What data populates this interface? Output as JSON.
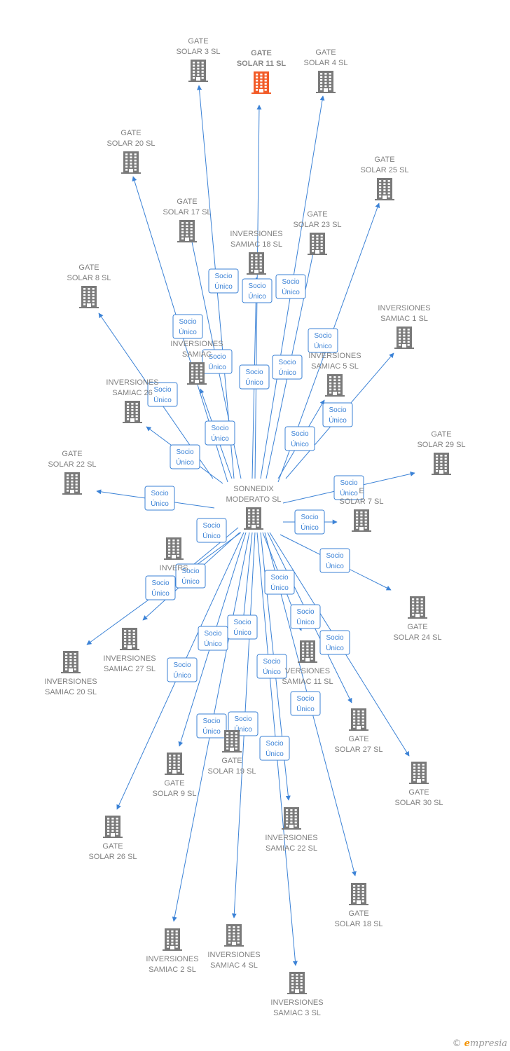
{
  "edge_label": [
    "Socio",
    "Único"
  ],
  "colors": {
    "edge": "#3b82d6",
    "icon": "#7a7a7a",
    "highlight": "#f25c29"
  },
  "center": {
    "id": "center",
    "label": [
      "SONNEDIX",
      "MODERATO  SL"
    ]
  },
  "nodes": [
    {
      "id": "gs3",
      "label": [
        "GATE",
        "SOLAR 3 SL"
      ]
    },
    {
      "id": "gs11",
      "label": [
        "GATE",
        "SOLAR 11  SL"
      ],
      "highlight": true
    },
    {
      "id": "gs4",
      "label": [
        "GATE",
        "SOLAR 4 SL"
      ]
    },
    {
      "id": "gs20",
      "label": [
        "GATE",
        "SOLAR 20 SL"
      ]
    },
    {
      "id": "gs25",
      "label": [
        "GATE",
        "SOLAR 25 SL"
      ]
    },
    {
      "id": "gs17",
      "label": [
        "GATE",
        "SOLAR 17 SL"
      ]
    },
    {
      "id": "is18",
      "label": [
        "INVERSIONES",
        "SAMIAC 18  SL"
      ]
    },
    {
      "id": "gs23",
      "label": [
        "GATE",
        "SOLAR 23 SL"
      ]
    },
    {
      "id": "gs8",
      "label": [
        "GATE",
        "SOLAR 8  SL"
      ]
    },
    {
      "id": "is1",
      "label": [
        "INVERSIONES",
        "SAMIAC 1 SL"
      ]
    },
    {
      "id": "isx",
      "label": [
        "INVERSIONES",
        "SAMIAC"
      ]
    },
    {
      "id": "is5",
      "label": [
        "INVERSIONES",
        "SAMIAC 5  SL"
      ]
    },
    {
      "id": "is26",
      "label": [
        "INVERSIONES",
        "SAMIAC 26"
      ]
    },
    {
      "id": "gs29",
      "label": [
        "GATE",
        "SOLAR 29 SL"
      ]
    },
    {
      "id": "gs22",
      "label": [
        "GATE",
        "SOLAR 22 SL"
      ]
    },
    {
      "id": "gs7",
      "label": [
        "E",
        "SOLAR 7 SL"
      ]
    },
    {
      "id": "isy",
      "label": [
        "INVERS",
        ""
      ]
    },
    {
      "id": "gs24",
      "label": [
        "GATE",
        "SOLAR 24 SL"
      ]
    },
    {
      "id": "is27",
      "label": [
        "INVERSIONES",
        "SAMIAC 27  SL"
      ]
    },
    {
      "id": "is20",
      "label": [
        "INVERSIONES",
        "SAMIAC 20  SL"
      ]
    },
    {
      "id": "is11",
      "label": [
        "VERSIONES",
        "SAMIAC 11 SL"
      ]
    },
    {
      "id": "gs27",
      "label": [
        "GATE",
        "SOLAR 27 SL"
      ]
    },
    {
      "id": "gs19",
      "label": [
        "GATE",
        "SOLAR 19 SL"
      ]
    },
    {
      "id": "gs9",
      "label": [
        "GATE",
        "SOLAR 9  SL"
      ]
    },
    {
      "id": "gs30",
      "label": [
        "GATE",
        "SOLAR 30 SL"
      ]
    },
    {
      "id": "gs26",
      "label": [
        "GATE",
        "SOLAR 26 SL"
      ]
    },
    {
      "id": "is22",
      "label": [
        "INVERSIONES",
        "SAMIAC 22 SL"
      ]
    },
    {
      "id": "gs18",
      "label": [
        "GATE",
        "SOLAR 18 SL"
      ]
    },
    {
      "id": "is2",
      "label": [
        "INVERSIONES",
        "SAMIAC 2 SL"
      ]
    },
    {
      "id": "is4",
      "label": [
        "INVERSIONES",
        "SAMIAC 4 SL"
      ]
    },
    {
      "id": "is3",
      "label": [
        "INVERSIONES",
        "SAMIAC 3 SL"
      ]
    }
  ],
  "edges": [
    {
      "from": "center",
      "to": "gs3"
    },
    {
      "from": "center",
      "to": "gs11"
    },
    {
      "from": "center",
      "to": "gs4"
    },
    {
      "from": "center",
      "to": "gs20"
    },
    {
      "from": "center",
      "to": "gs25"
    },
    {
      "from": "center",
      "to": "gs17"
    },
    {
      "from": "center",
      "to": "is18"
    },
    {
      "from": "center",
      "to": "gs23"
    },
    {
      "from": "center",
      "to": "gs8"
    },
    {
      "from": "center",
      "to": "is1"
    },
    {
      "from": "center",
      "to": "isx"
    },
    {
      "from": "center",
      "to": "is5"
    },
    {
      "from": "center",
      "to": "is26"
    },
    {
      "from": "center",
      "to": "gs29"
    },
    {
      "from": "center",
      "to": "gs22"
    },
    {
      "from": "center",
      "to": "gs7"
    },
    {
      "from": "center",
      "to": "isy"
    },
    {
      "from": "center",
      "to": "gs24"
    },
    {
      "from": "center",
      "to": "is27"
    },
    {
      "from": "center",
      "to": "is20"
    },
    {
      "from": "center",
      "to": "is11"
    },
    {
      "from": "center",
      "to": "gs27"
    },
    {
      "from": "center",
      "to": "gs19"
    },
    {
      "from": "center",
      "to": "gs9"
    },
    {
      "from": "center",
      "to": "gs30"
    },
    {
      "from": "center",
      "to": "gs26"
    },
    {
      "from": "center",
      "to": "is22"
    },
    {
      "from": "center",
      "to": "gs18"
    },
    {
      "from": "center",
      "to": "is2"
    },
    {
      "from": "center",
      "to": "is4"
    },
    {
      "from": "center",
      "to": "is3"
    }
  ],
  "footer": {
    "copyright": "©",
    "brand_initial": "e",
    "brand_rest": "mpresia"
  }
}
